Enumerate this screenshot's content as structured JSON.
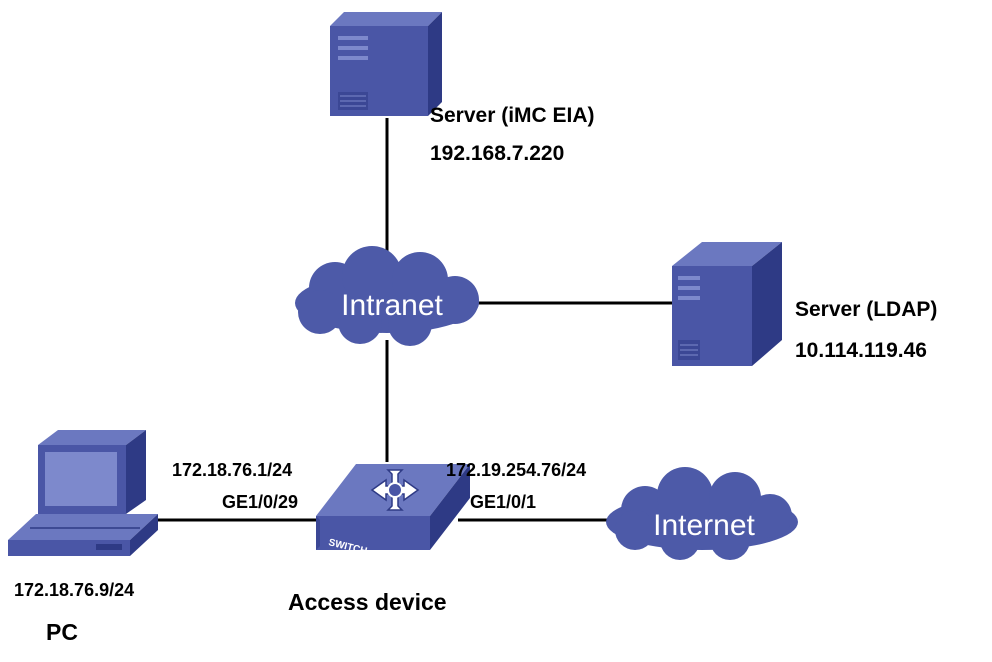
{
  "colors": {
    "line": "#000000",
    "device_dark": "#2e3a85",
    "device_mid": "#4a56a6",
    "device_light": "#6b78c0",
    "cloud": "#4d5aa8",
    "cloud_text": "#ffffff"
  },
  "nodes": {
    "imc_server": {
      "name": "Server (iMC EIA)",
      "ip": "192.168.7.220",
      "icon": "server-tower-icon"
    },
    "ldap_server": {
      "name": "Server (LDAP)",
      "ip": "10.114.119.46",
      "icon": "server-tower-icon"
    },
    "intranet": {
      "name": "Intranet",
      "icon": "cloud-icon"
    },
    "internet": {
      "name": "Internet",
      "icon": "cloud-icon"
    },
    "switch": {
      "name": "Access device",
      "badge": "SWITCH",
      "icon": "switch-icon"
    },
    "pc": {
      "name": "PC",
      "ip": "172.18.76.9/24",
      "icon": "pc-computer-icon"
    }
  },
  "links": {
    "pc_switch": {
      "ip": "172.18.76.1/24",
      "port": "GE1/0/29"
    },
    "switch_internet": {
      "ip": "172.19.254.76/24",
      "port": "GE1/0/1"
    }
  }
}
